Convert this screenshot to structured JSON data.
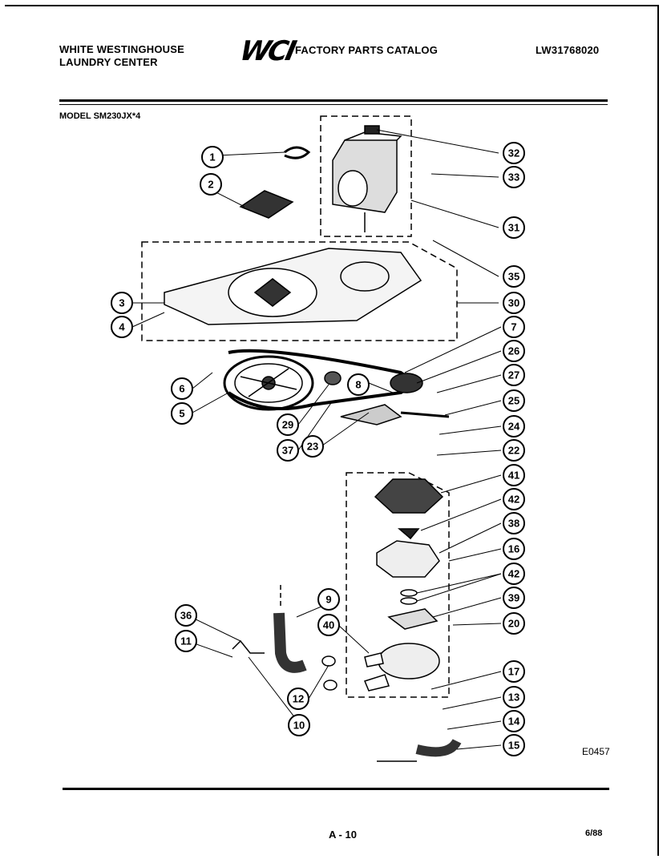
{
  "header": {
    "left_line1": "WHITE WESTINGHOUSE",
    "left_line2": "LAUNDRY CENTER",
    "logo": "WCI",
    "center_title": "FACTORY PARTS CATALOG",
    "catalog_number": "LW31768020"
  },
  "model": "MODEL SM230JX*4",
  "diagram_code": "E0457",
  "footer": {
    "page": "A - 10",
    "date": "6/88"
  },
  "callouts": [
    "1",
    "2",
    "3",
    "4",
    "5",
    "6",
    "7",
    "8",
    "9",
    "10",
    "11",
    "12",
    "13",
    "14",
    "15",
    "16",
    "17",
    "20",
    "22",
    "23",
    "24",
    "25",
    "26",
    "27",
    "29",
    "30",
    "31",
    "32",
    "33",
    "35",
    "36",
    "37",
    "38",
    "39",
    "40",
    "41",
    "42",
    "42"
  ]
}
